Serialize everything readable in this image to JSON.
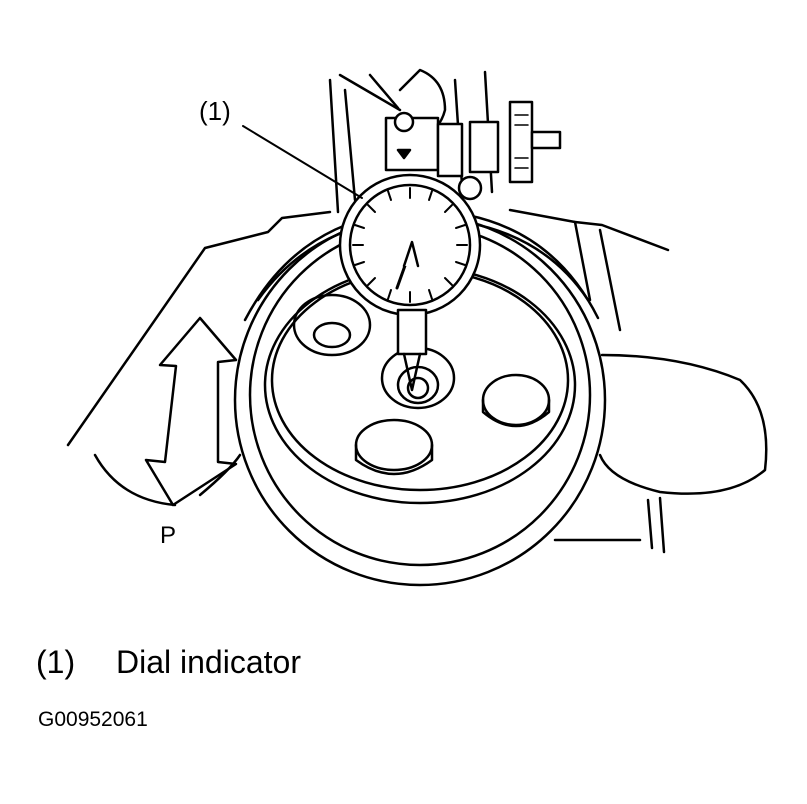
{
  "callout": "(1)",
  "arrow_label": "P",
  "legend": {
    "number": "(1)",
    "text": "Dial indicator"
  },
  "figure_id": "G00952061",
  "colors": {
    "line": "#000000",
    "background": "#ffffff"
  }
}
